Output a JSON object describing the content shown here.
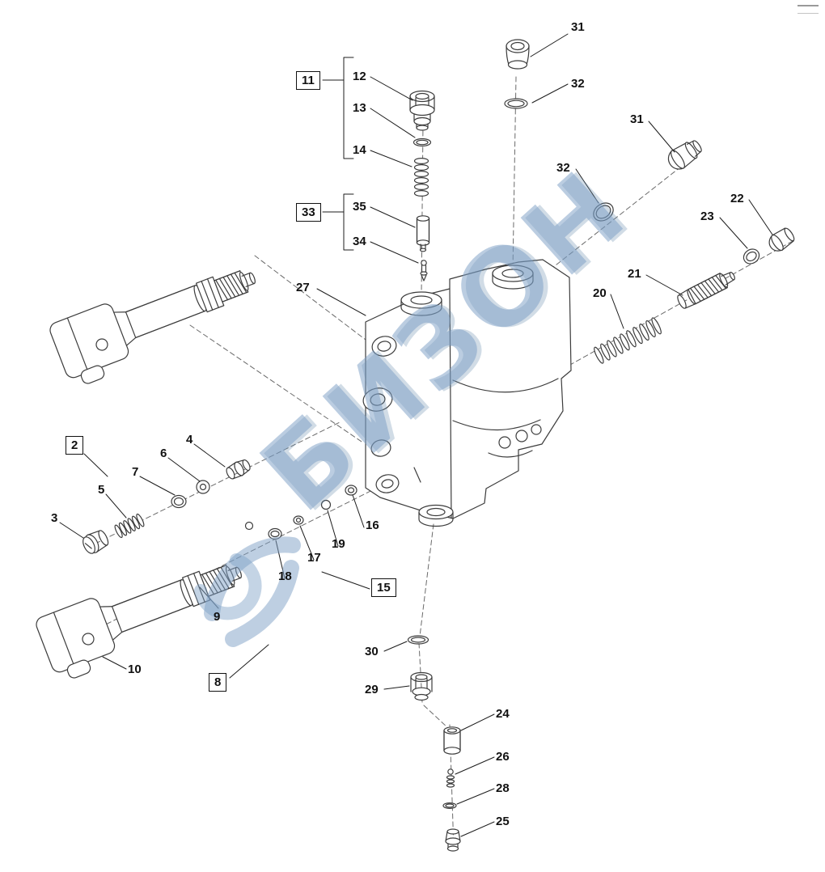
{
  "figure": {
    "type": "exploded-parts-diagram",
    "subject": "hydraulic-control-valve-section",
    "background_color": "#ffffff",
    "line_color": "#3c3c3c",
    "watermark_color": "#7da0c6"
  },
  "watermark": {
    "text": "БИЗОН"
  },
  "callouts": [
    {
      "label": "31",
      "boxed": false
    },
    {
      "label": "32",
      "boxed": false
    },
    {
      "label": "11",
      "boxed": true
    },
    {
      "label": "12",
      "boxed": false
    },
    {
      "label": "13",
      "boxed": false
    },
    {
      "label": "14",
      "boxed": false
    },
    {
      "label": "33",
      "boxed": true
    },
    {
      "label": "35",
      "boxed": false
    },
    {
      "label": "34",
      "boxed": false
    },
    {
      "label": "27",
      "boxed": false
    },
    {
      "label": "31",
      "boxed": false
    },
    {
      "label": "32",
      "boxed": false
    },
    {
      "label": "22",
      "boxed": false
    },
    {
      "label": "23",
      "boxed": false
    },
    {
      "label": "21",
      "boxed": false
    },
    {
      "label": "20",
      "boxed": false
    },
    {
      "label": "2",
      "boxed": true
    },
    {
      "label": "4",
      "boxed": false
    },
    {
      "label": "6",
      "boxed": false
    },
    {
      "label": "7",
      "boxed": false
    },
    {
      "label": "5",
      "boxed": false
    },
    {
      "label": "3",
      "boxed": false
    },
    {
      "label": "16",
      "boxed": false
    },
    {
      "label": "19",
      "boxed": false
    },
    {
      "label": "17",
      "boxed": false
    },
    {
      "label": "18",
      "boxed": false
    },
    {
      "label": "15",
      "boxed": true
    },
    {
      "label": "9",
      "boxed": false
    },
    {
      "label": "10",
      "boxed": false
    },
    {
      "label": "8",
      "boxed": true
    },
    {
      "label": "30",
      "boxed": false
    },
    {
      "label": "29",
      "boxed": false
    },
    {
      "label": "24",
      "boxed": false
    },
    {
      "label": "26",
      "boxed": false
    },
    {
      "label": "28",
      "boxed": false
    },
    {
      "label": "25",
      "boxed": false
    }
  ]
}
